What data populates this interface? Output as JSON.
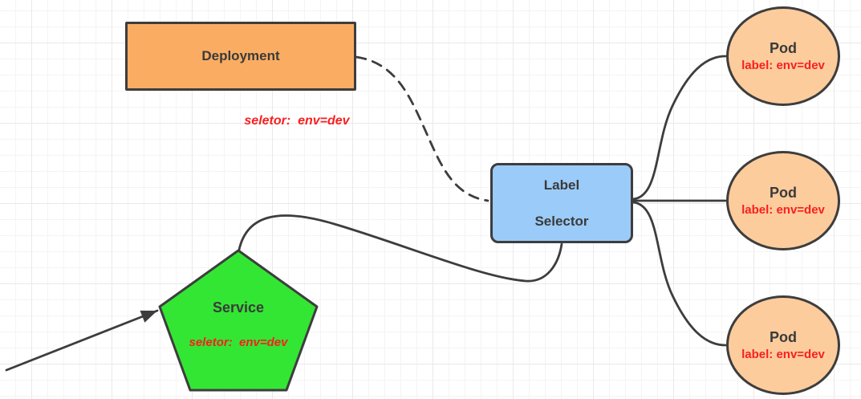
{
  "diagram": {
    "deployment": {
      "label": "Deployment",
      "annotation": "seletor:  env=dev"
    },
    "label_selector": {
      "line1": "Label",
      "line2": "Selector"
    },
    "service": {
      "label": "Service",
      "annotation": "seletor:  env=dev"
    },
    "pods": [
      {
        "label": "Pod",
        "sublabel": "label: env=dev"
      },
      {
        "label": "Pod",
        "sublabel": "label: env=dev"
      },
      {
        "label": "Pod",
        "sublabel": "label: env=dev"
      }
    ]
  },
  "colors": {
    "canvas_bg": "#FFFFFF",
    "grid_minor": "#F4F4F6",
    "grid_major": "#E9E9EC",
    "stroke": "#3D3D3D",
    "deployment_fill": "#FAAD62",
    "selector_fill": "#9BCBF8",
    "service_fill": "#33E633",
    "pod_fill": "#FCCC9C",
    "text_dark": "#3A3A3A",
    "annotation_red": "#F91F1F"
  }
}
